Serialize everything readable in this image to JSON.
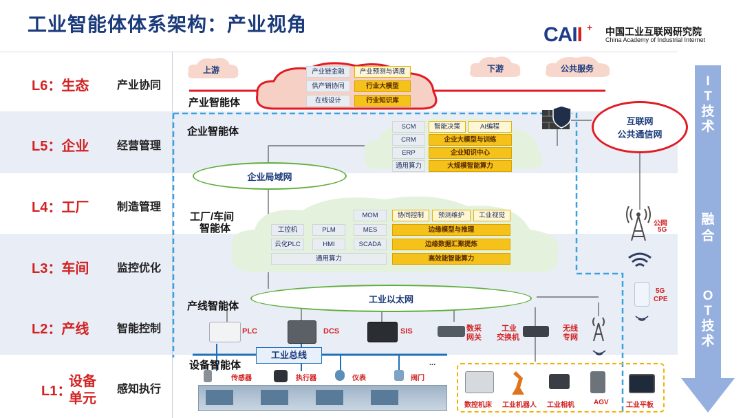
{
  "title": "工业智能体体系架构：产业视角",
  "logo": {
    "brand_main": "CAI",
    "brand_accent": "I",
    "brand_plus": "+",
    "cn": "中国工业互联网研究院",
    "en": "China Academy of Industrial Internet"
  },
  "levels": [
    {
      "id": "L6",
      "label": "L6：生态",
      "desc": "产业协同"
    },
    {
      "id": "L5",
      "label": "L5：企业",
      "desc": "经营管理"
    },
    {
      "id": "L4",
      "label": "L4：工厂",
      "desc": "制造管理"
    },
    {
      "id": "L3",
      "label": "L3：车间",
      "desc": "监控优化"
    },
    {
      "id": "L2",
      "label": "L2：产线",
      "desc": "智能控制"
    },
    {
      "id": "L1",
      "label_line1": "设备",
      "label_line2": "单元",
      "label_prefix": "L1：",
      "desc": "感知执行"
    }
  ],
  "industry_agent": {
    "label": "产业智能体",
    "nodes": [
      "上游",
      "下游",
      "公共服务"
    ],
    "left_cells": [
      "产业链金融",
      "供产销协同",
      "在线设计"
    ],
    "right_cells": [
      "产业预测与调度",
      "行业大模型",
      "行业知识库"
    ]
  },
  "internet": {
    "label_line1": "互联网",
    "label_line2": "公共通信网"
  },
  "enterprise_agent": {
    "label": "企业智能体",
    "left_cells": [
      "SCM",
      "CRM",
      "ERP",
      "通用算力"
    ],
    "right_top": [
      "智能决策",
      "AI编程"
    ],
    "right_cells": [
      "企业大模型与训练",
      "企业知识中心",
      "大规模智能算力"
    ]
  },
  "enterprise_lan": "企业局域网",
  "factory_agent": {
    "label_line1": "工厂/车间",
    "label_line2": "智能体",
    "mom": "MOM",
    "left_grid": [
      [
        "工控机",
        "PLM",
        "MES"
      ],
      [
        "云化PLC",
        "HMI",
        "SCADA"
      ]
    ],
    "common_compute": "通用算力",
    "right_top": [
      "协同控制",
      "预测维护",
      "工业视觉"
    ],
    "right_cells": [
      "边缘模型与推理",
      "边缘数据汇聚提炼",
      "高效能智能算力"
    ]
  },
  "public_5g": {
    "label_line1": "公网",
    "label_line2": "5G"
  },
  "cpe_5g": {
    "label_line1": "5G",
    "label_line2": "CPE"
  },
  "industrial_ethernet": "工业以太网",
  "line_agent": {
    "label": "产线智能体",
    "devices": [
      {
        "name": "PLC",
        "icon": "plc-icon"
      },
      {
        "name": "DCS",
        "icon": "dcs-icon"
      },
      {
        "name": "SIS",
        "icon": "sis-icon"
      },
      {
        "name_line1": "数采",
        "name_line2": "网关",
        "icon": "gateway-icon"
      },
      {
        "name_line1": "工业",
        "name_line2": "交换机",
        "icon": "switch-icon"
      },
      {
        "name_line1": "无线",
        "name_line2": "专网",
        "icon": "antenna-icon"
      }
    ]
  },
  "industrial_bus": "工业总线",
  "device_agent": {
    "label": "设备智能体",
    "items": [
      "传感器",
      "执行器",
      "仪表",
      "阀门",
      "..."
    ],
    "right_items": [
      "数控机床",
      "工业机器人",
      "工业相机",
      "AGV",
      "工业平板"
    ]
  },
  "side_arrow": {
    "top_line1": "I",
    "top_line2": "T",
    "top_line3": "技",
    "top_line4": "术",
    "mid1": "融",
    "mid2": "合",
    "bot1": "O",
    "bot2": "T",
    "bot3": "技",
    "bot4": "术"
  },
  "colors": {
    "title": "#1a3a7a",
    "red": "#e01b24",
    "green": "#5fae3b",
    "yellow": "#f5c21b",
    "dashed_blue": "#3aa0e0",
    "arrow": "#7f9bd6"
  }
}
